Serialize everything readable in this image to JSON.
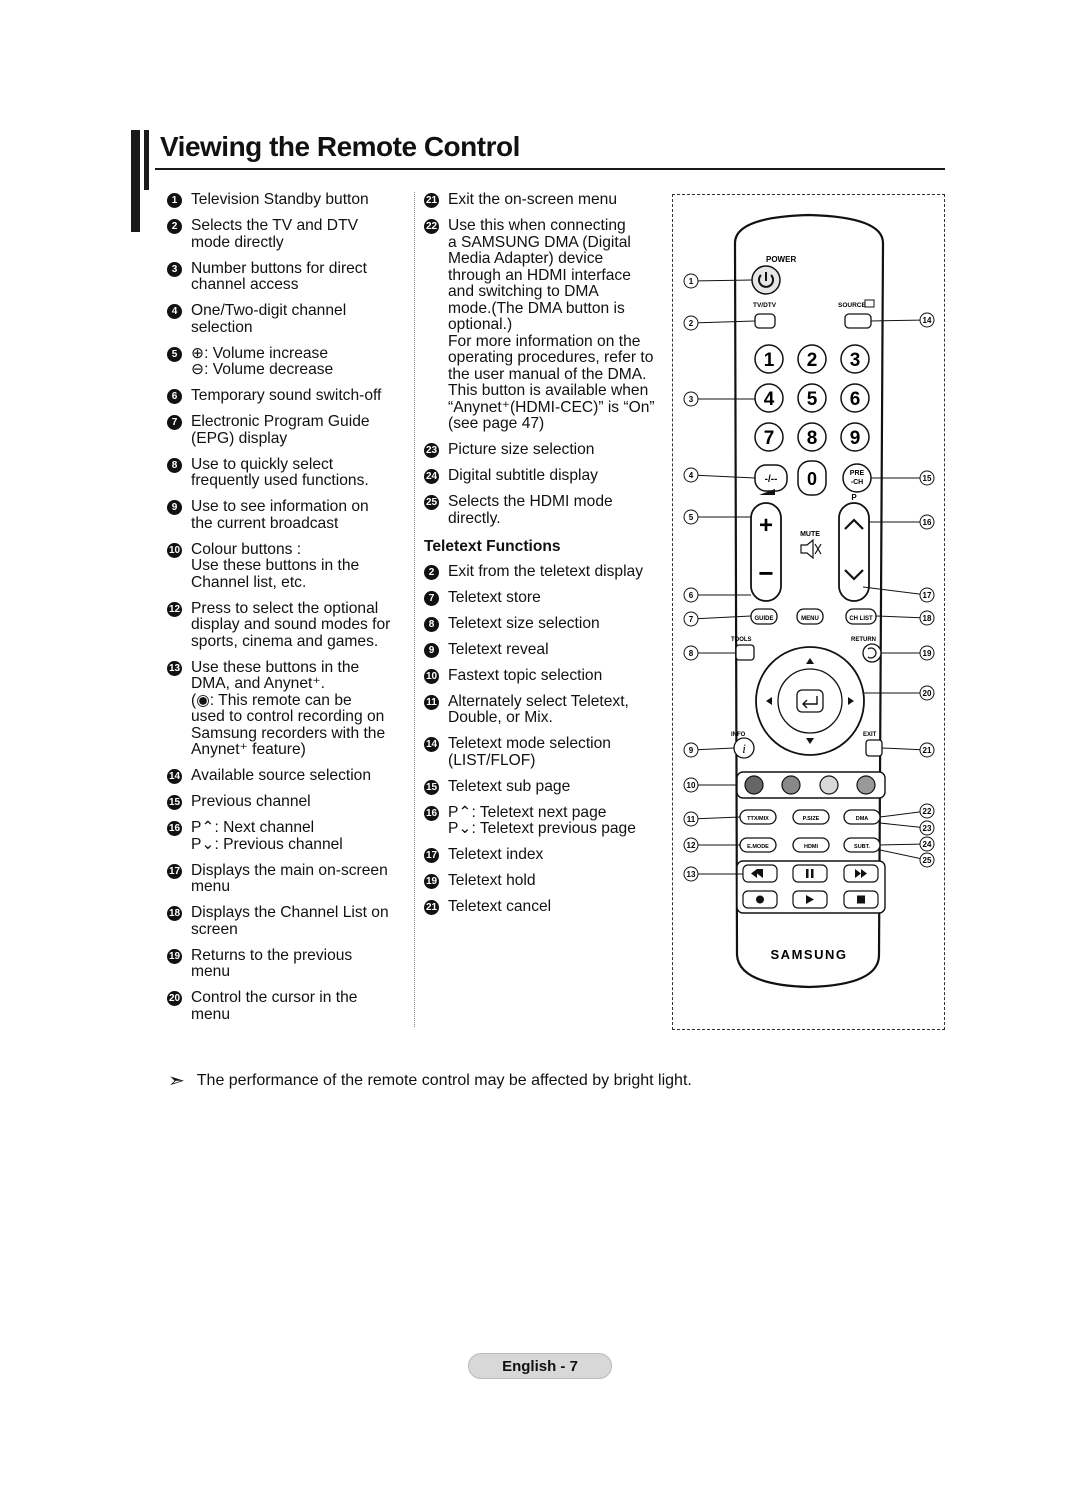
{
  "title": "Viewing the Remote Control",
  "column1": [
    {
      "n": "1",
      "text": "Television Standby button"
    },
    {
      "n": "2",
      "text": "Selects the TV and DTV\nmode directly"
    },
    {
      "n": "3",
      "text": "Number buttons for direct\nchannel access"
    },
    {
      "n": "4",
      "text": "One/Two-digit channel\nselection"
    },
    {
      "n": "5",
      "text": "⊕: Volume increase\n⊖: Volume decrease"
    },
    {
      "n": "6",
      "text": "Temporary sound switch-off"
    },
    {
      "n": "7",
      "text": "Electronic Program Guide\n(EPG) display"
    },
    {
      "n": "8",
      "text": "Use to quickly select\nfrequently used functions."
    },
    {
      "n": "9",
      "text": "Use to see information on\nthe current broadcast"
    },
    {
      "n": "10",
      "text": "Colour buttons :\nUse these buttons in the\nChannel list, etc."
    },
    {
      "n": "12",
      "text": "Press to select the optional\ndisplay and sound modes for\nsports, cinema and games."
    },
    {
      "n": "13",
      "text": "Use these buttons in the\nDMA, and Anynet⁺.\n(◉: This remote can be\nused to control recording on\nSamsung recorders with the\nAnynet⁺ feature)"
    },
    {
      "n": "14",
      "text": "Available source selection"
    },
    {
      "n": "15",
      "text": "Previous channel"
    },
    {
      "n": "16",
      "text": "P⌃: Next channel\nP⌄: Previous channel"
    },
    {
      "n": "17",
      "text": "Displays the main on-screen\nmenu"
    },
    {
      "n": "18",
      "text": "Displays the Channel List on\nscreen"
    },
    {
      "n": "19",
      "text": "Returns to the previous\nmenu"
    },
    {
      "n": "20",
      "text": "Control the cursor in the\nmenu"
    }
  ],
  "column2": [
    {
      "n": "21",
      "text": "Exit the on-screen menu"
    },
    {
      "n": "22",
      "text": "Use this when connecting\na SAMSUNG DMA (Digital\nMedia Adapter) device\nthrough an HDMI interface\nand switching to DMA\nmode.(The DMA button is\noptional.)\nFor more information on the\noperating procedures, refer to\nthe user manual of the DMA.\nThis button is available when\n“Anynet⁺(HDMI-CEC)” is “On”\n(see page 47)"
    },
    {
      "n": "23",
      "text": "Picture size selection"
    },
    {
      "n": "24",
      "text": "Digital subtitle display"
    },
    {
      "n": "25",
      "text": "Selects the HDMI mode\ndirectly."
    }
  ],
  "teletext_heading": "Teletext Functions",
  "teletext": [
    {
      "n": "2",
      "text": "Exit from the teletext display"
    },
    {
      "n": "7",
      "text": "Teletext store"
    },
    {
      "n": "8",
      "text": "Teletext size selection"
    },
    {
      "n": "9",
      "text": "Teletext reveal"
    },
    {
      "n": "10",
      "text": "Fastext topic selection"
    },
    {
      "n": "11",
      "text": "Alternately select Teletext,\nDouble, or Mix."
    },
    {
      "n": "14",
      "text": "Teletext mode selection\n(LIST/FLOF)"
    },
    {
      "n": "15",
      "text": "Teletext sub page"
    },
    {
      "n": "16",
      "text": "P⌃: Teletext next page\nP⌄: Teletext previous page"
    },
    {
      "n": "17",
      "text": "Teletext index"
    },
    {
      "n": "19",
      "text": "Teletext hold"
    },
    {
      "n": "21",
      "text": "Teletext cancel"
    }
  ],
  "remote": {
    "power": "POWER",
    "tvdtv": "TV/DTV",
    "source": "SOURCE",
    "digits": [
      "1",
      "2",
      "3",
      "4",
      "5",
      "6",
      "7",
      "8",
      "9"
    ],
    "dash": "-/--",
    "zero": "0",
    "pre": "PRE",
    "ch": "-CH",
    "p": "P",
    "mute": "MUTE",
    "guide": "GUIDE",
    "menu": "MENU",
    "chlist": "CH LIST",
    "tools": "TOOLS",
    "return": "RETURN",
    "info": "INFO",
    "exit": "EXIT",
    "ttx": "TTX/MIX",
    "psize": "P.SIZE",
    "dma": "DMA",
    "emode": "E.MODE",
    "hdmi": "HDMI",
    "subt": "SUBT.",
    "brand": "SAMSUNG",
    "callouts_left": [
      "1",
      "2",
      "3",
      "4",
      "5",
      "6",
      "7",
      "8",
      "9",
      "10",
      "11",
      "12",
      "13"
    ],
    "callouts_right": [
      "14",
      "15",
      "16",
      "17",
      "18",
      "19",
      "20",
      "21",
      "22",
      "23",
      "24",
      "25"
    ]
  },
  "note": "The performance of the remote control may be affected by bright light.",
  "footer": "English - 7"
}
